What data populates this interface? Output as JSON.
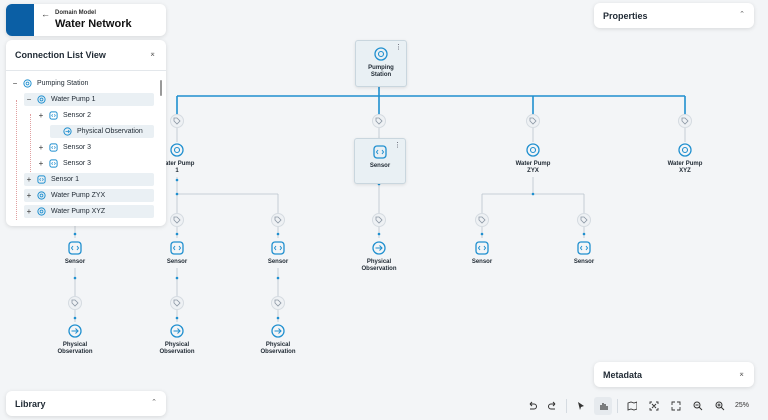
{
  "header": {
    "breadcrumb": "Domain Model",
    "title": "Water Network"
  },
  "properties": {
    "title": "Properties"
  },
  "connection_list": {
    "title": "Connection List View",
    "items": [
      {
        "label": "Pumping Station",
        "toggle": "−",
        "icon": "pump-icon"
      },
      {
        "label": "Water Pump 1",
        "toggle": "−",
        "icon": "pump-icon"
      },
      {
        "label": "Sensor 2",
        "toggle": "+",
        "icon": "sensor-icon"
      },
      {
        "label": "Physical Observation",
        "toggle": "",
        "icon": "observation-icon"
      },
      {
        "label": "Sensor 3",
        "toggle": "+",
        "icon": "sensor-icon"
      },
      {
        "label": "Sensor 3",
        "toggle": "+",
        "icon": "sensor-icon"
      },
      {
        "label": "Sensor 1",
        "toggle": "+",
        "icon": "sensor-icon"
      },
      {
        "label": "Water Pump ZYX",
        "toggle": "+",
        "icon": "pump-icon"
      },
      {
        "label": "Water Pump XYZ",
        "toggle": "+",
        "icon": "pump-icon"
      }
    ]
  },
  "graph": {
    "nodes": {
      "root": {
        "label_line1": "Pumping",
        "label_line2": "Station"
      },
      "pump1": {
        "label_line1": "Water Pump",
        "label_line2": "1"
      },
      "sensor_sel": {
        "label_line1": "Sensor",
        "label_line2": ""
      },
      "pumpzyx": {
        "label_line1": "Water Pump",
        "label_line2": "ZYX"
      },
      "pumpxyz": {
        "label_line1": "Water Pump",
        "label_line2": "XYZ"
      },
      "s_a": {
        "label_line1": "Sensor",
        "label_line2": ""
      },
      "s_b": {
        "label_line1": "Sensor",
        "label_line2": ""
      },
      "s_c": {
        "label_line1": "Sensor",
        "label_line2": ""
      },
      "s_d": {
        "label_line1": "Sensor",
        "label_line2": ""
      },
      "s_e": {
        "label_line1": "Sensor",
        "label_line2": ""
      },
      "s_f": {
        "label_line1": "Physical",
        "label_line2": "Observation"
      },
      "o_a": {
        "label_line1": "Physical",
        "label_line2": "Observation"
      },
      "o_b": {
        "label_line1": "Physical",
        "label_line2": "Observation"
      },
      "o_c": {
        "label_line1": "Physical",
        "label_line2": "Observation"
      }
    }
  },
  "metadata": {
    "title": "Metadata"
  },
  "library": {
    "title": "Library"
  },
  "toolbar": {
    "zoom_level": "25%"
  },
  "colors": {
    "accent": "#1f8fcf",
    "brand_square": "#0b5fa5",
    "line_light": "#b9c3cc"
  }
}
